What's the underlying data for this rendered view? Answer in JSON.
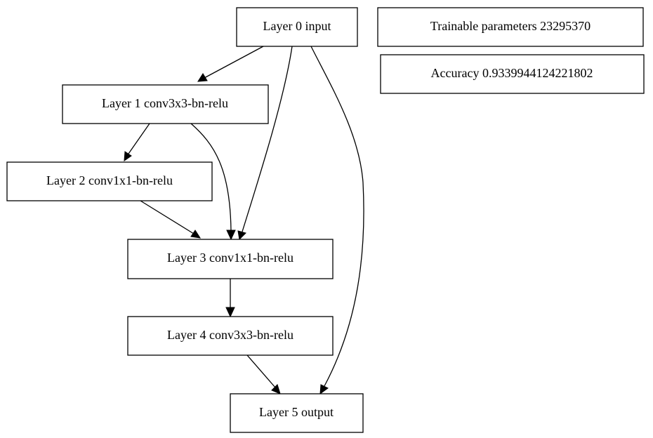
{
  "nodes": {
    "layer0": {
      "label": "Layer 0 input"
    },
    "layer1": {
      "label": "Layer 1 conv3x3-bn-relu"
    },
    "layer2": {
      "label": "Layer 2 conv1x1-bn-relu"
    },
    "layer3": {
      "label": "Layer 3 conv1x1-bn-relu"
    },
    "layer4": {
      "label": "Layer 4 conv3x3-bn-relu"
    },
    "layer5": {
      "label": "Layer 5 output"
    }
  },
  "info": {
    "params": {
      "label": "Trainable parameters 23295370"
    },
    "accuracy": {
      "label": "Accuracy 0.9339944124221802"
    }
  },
  "edges": [
    {
      "from": "layer0",
      "to": "layer1"
    },
    {
      "from": "layer0",
      "to": "layer3"
    },
    {
      "from": "layer0",
      "to": "layer5"
    },
    {
      "from": "layer1",
      "to": "layer2"
    },
    {
      "from": "layer1",
      "to": "layer3"
    },
    {
      "from": "layer2",
      "to": "layer3"
    },
    {
      "from": "layer3",
      "to": "layer4"
    },
    {
      "from": "layer4",
      "to": "layer5"
    }
  ]
}
